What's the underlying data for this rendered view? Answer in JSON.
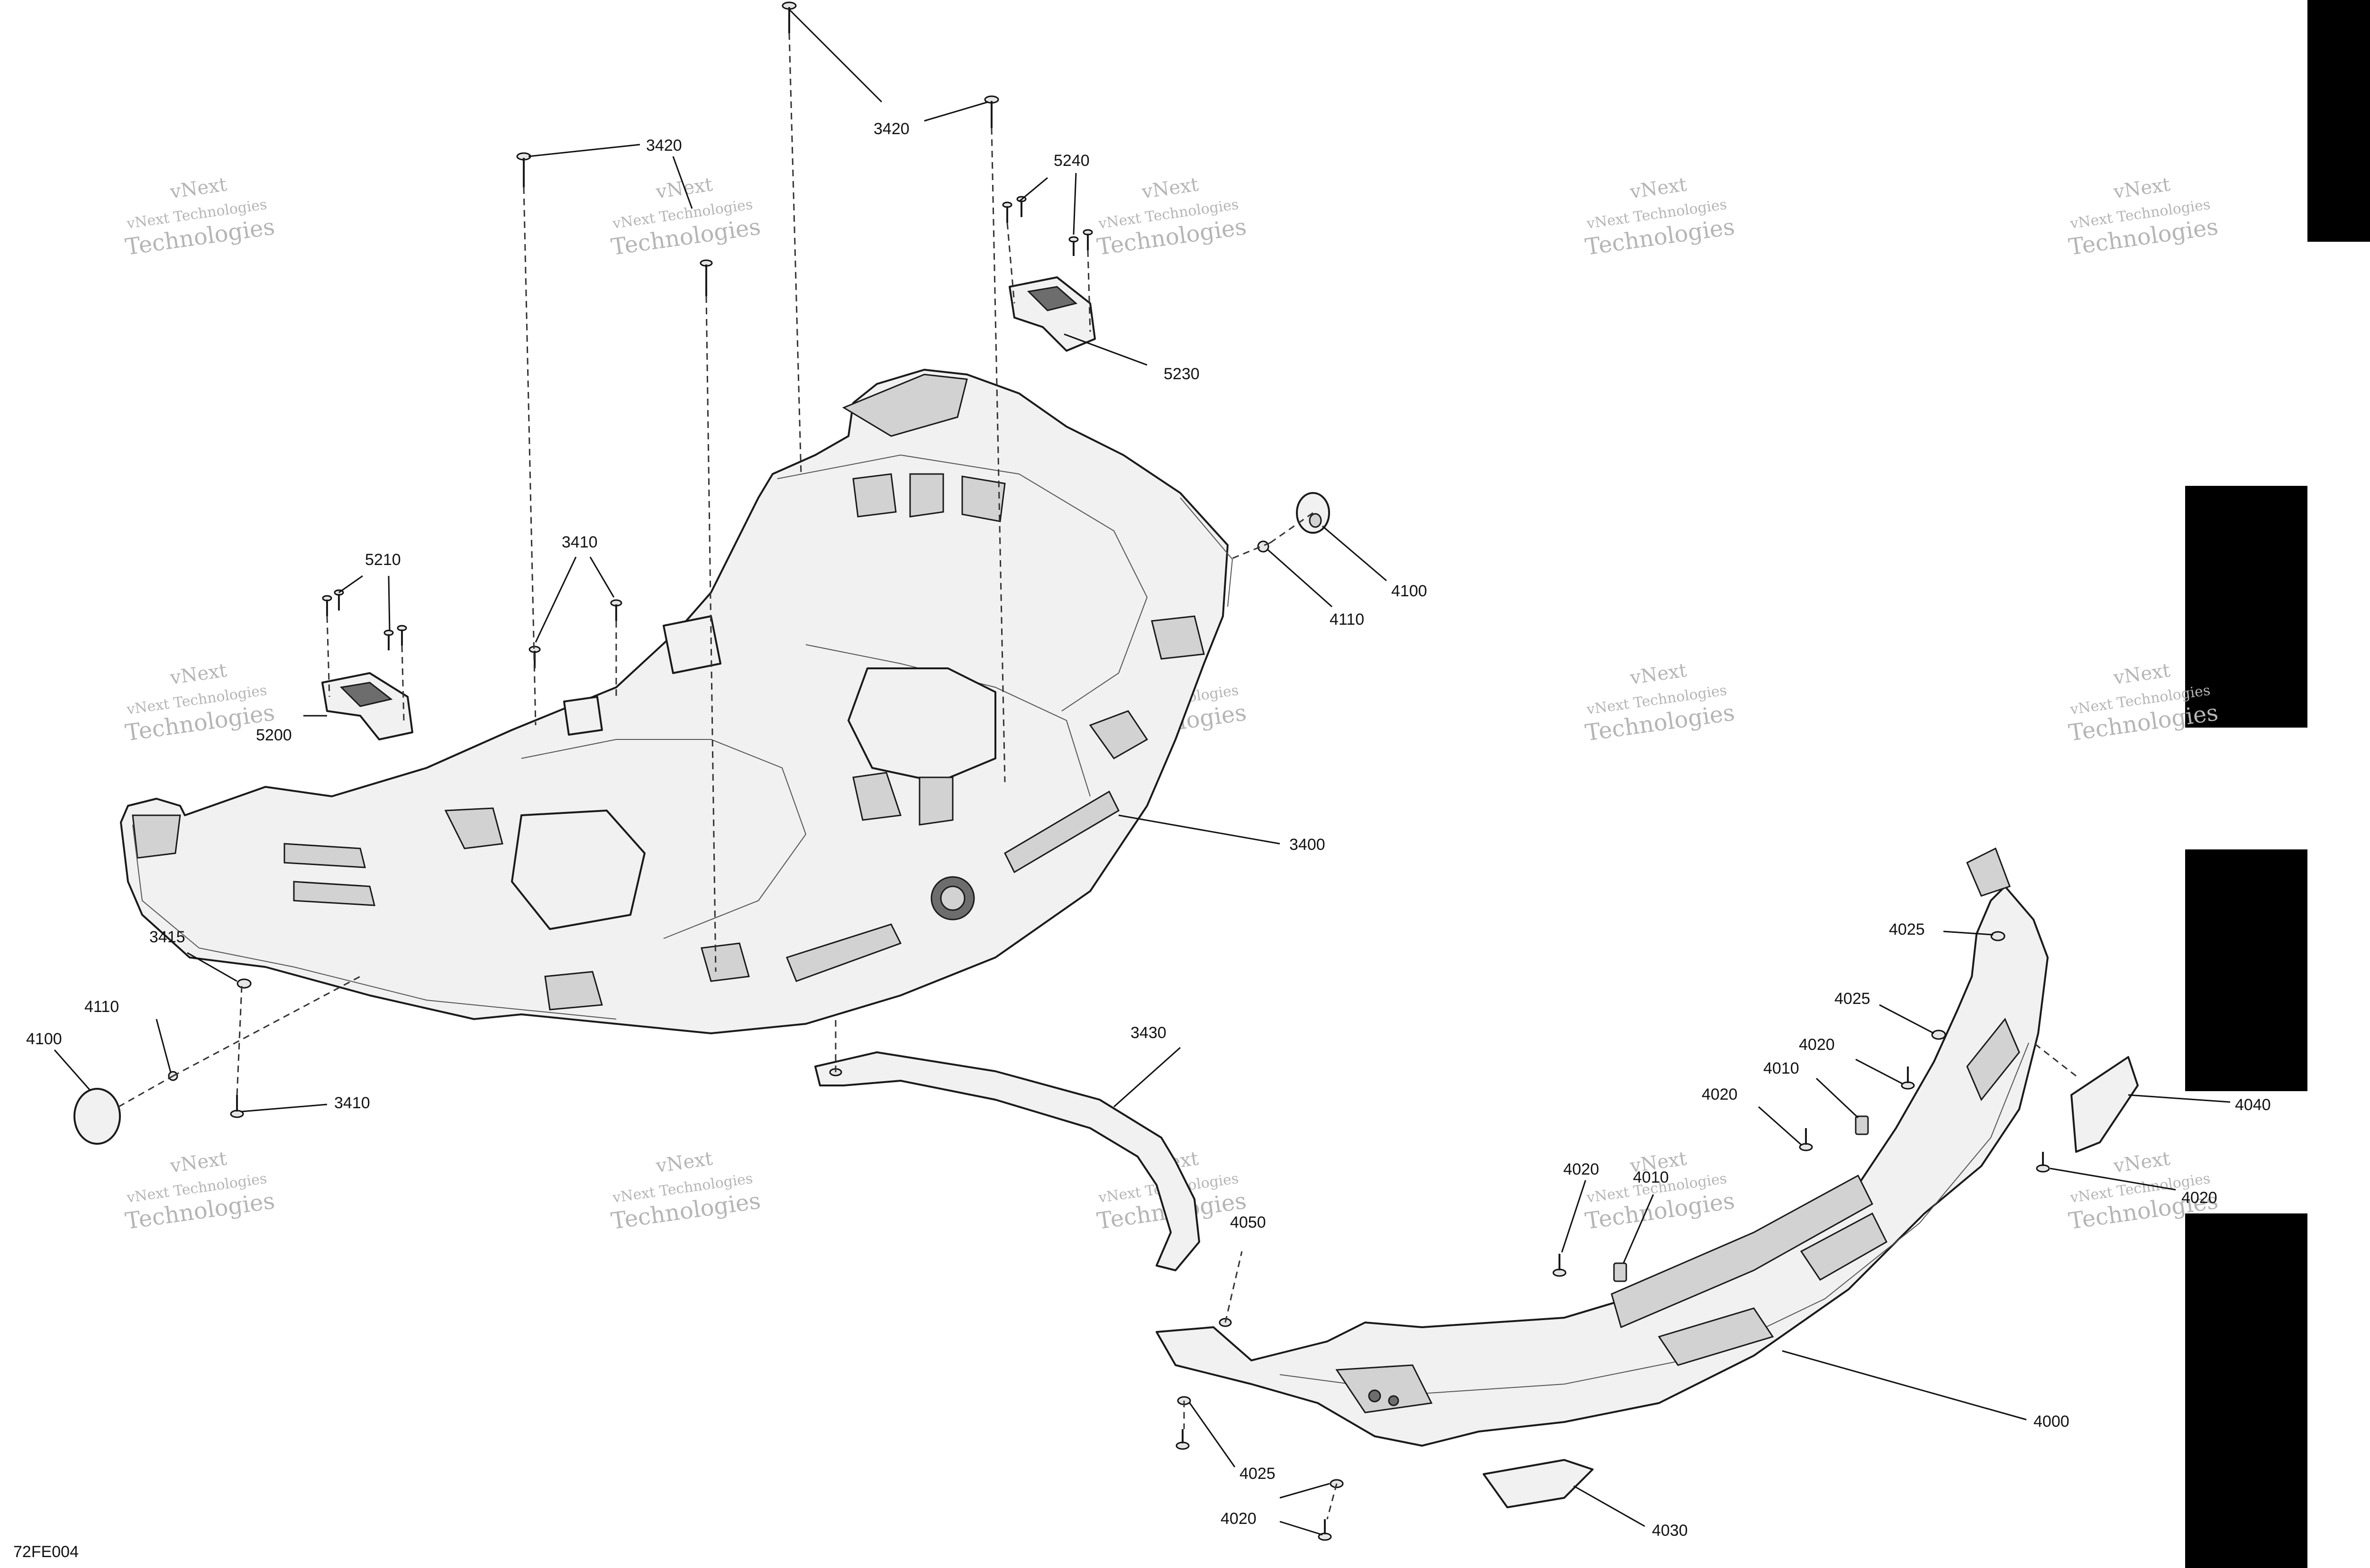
{
  "drawing_code": "72FE004",
  "watermark": {
    "line1": "vNext Technologies",
    "line2": "Technologies",
    "line3": "vNext"
  },
  "callouts": {
    "c3420a": "3420",
    "c3420b": "3420",
    "c5240": "5240",
    "c5230": "5230",
    "c5210": "5210",
    "c5200": "5200",
    "c3410a": "3410",
    "c3410b": "3410",
    "c4100a": "4100",
    "c4110a": "4110",
    "c4100b": "4100",
    "c4110b": "4110",
    "c3400": "3400",
    "c3415": "3415",
    "c3430": "3430",
    "c4050": "4050",
    "c4025a": "4025",
    "c4025b": "4025",
    "c4025c": "4025",
    "c4020a": "4020",
    "c4020b": "4020",
    "c4020c": "4020",
    "c4020d": "4020",
    "c4020e": "4020",
    "c4010a": "4010",
    "c4010b": "4010",
    "c4040": "4040",
    "c4000": "4000",
    "c4030": "4030"
  },
  "colors": {
    "ink": "#1a1a1a",
    "part_fill": "#f1f1f1",
    "tab": "#000000",
    "watermark": "#b5b5b5"
  }
}
